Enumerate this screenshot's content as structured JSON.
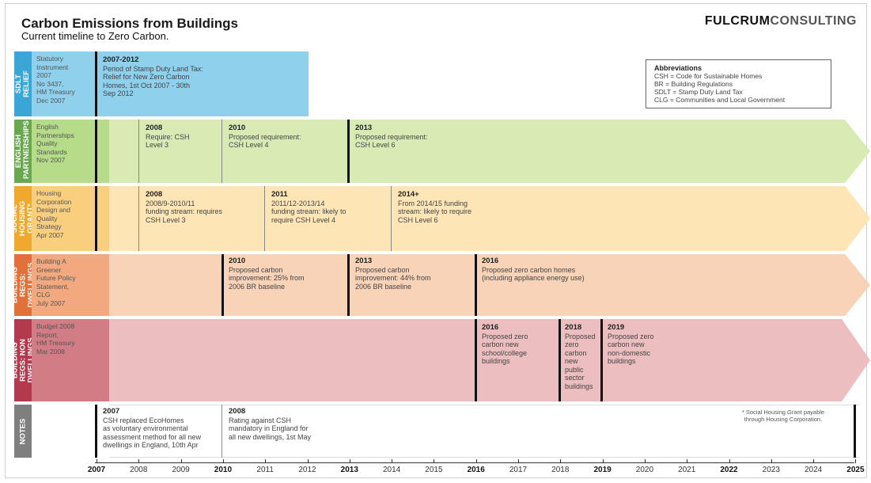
{
  "title": "Carbon Emissions from Buildings",
  "subtitle": "Current timeline to Zero Carbon.",
  "logo": {
    "part1": "FULCRUM",
    "part2": "CONSULTING"
  },
  "abbreviations": {
    "heading": "Abbreviations",
    "items": [
      "CSH = Code for Sustainable Homes",
      "BR = Building Regulations",
      "SDLT = Stamp Duty Land Tax",
      "CLG = Communities and Local Government"
    ]
  },
  "rows": [
    {
      "id": "sdlt",
      "header": "SDLT RELIEF",
      "source": "Statutory\nInstrument\n2007\nNo 3437,\nHM Treasury\nDec 2007",
      "color": "#6fc4e6",
      "light": "#a9dcf1",
      "events": [
        {
          "title": "2007-2012",
          "text": "Period of Stamp Duty Land Tax:\nRelief for New Zero Carbon\nHomes, 1st Oct 2007 - 30th\nSep 2012"
        }
      ]
    },
    {
      "id": "ep",
      "header": "ENGLISH PARTNERSHIPS",
      "source": "English\nPartnerships\nQuality\nStandards\nNov 2007",
      "color": "#8dc26a",
      "light": "#d4eab0",
      "events": [
        {
          "title": "2008",
          "text": "Require: CSH\nLevel 3"
        },
        {
          "title": "2010",
          "text": "Proposed requirement:\nCSH Level 4"
        },
        {
          "title": "2013",
          "text": "Proposed requirement:\nCSH Level 6"
        }
      ]
    },
    {
      "id": "shg",
      "header": "SOCIAL HOUSING GRANT*",
      "source": "Housing\nCorporation\nDesign and\nQuality\nStrategy\nApr 2007",
      "color": "#f4b942",
      "light": "#fce3b3",
      "events": [
        {
          "title": "2008",
          "text": "2008/9-2010/11\nfunding stream: requires\nCSH Level 3"
        },
        {
          "title": "2011",
          "text": "2011/12-2013/14\nfunding stream: likely to\nrequire CSH Level 4"
        },
        {
          "title": "2014+",
          "text": "From 2014/15 funding\nstream: likely to require\nCSH Level 6"
        }
      ]
    },
    {
      "id": "brd",
      "header": "BUILDING REGS: DWELLINGS",
      "source": "Building A\nGreener\nFuture Policy\nStatement,\nCLG\nJuly 2007",
      "color": "#ee8a50",
      "light": "#f9d2b6",
      "events": [
        {
          "title": "2010",
          "text": "Proposed carbon\nimprovement: 25% from\n2006 BR baseline"
        },
        {
          "title": "2013",
          "text": "Proposed carbon\nimprovement: 44% from\n2006 BR baseline"
        },
        {
          "title": "2016",
          "text": "Proposed zero carbon homes\n(including appliance energy use)"
        }
      ]
    },
    {
      "id": "brn",
      "header": "BUILDING REGS: NON DWELLINGS",
      "source": "Budget 2008\nReport,\nHM Treasury\nMar 2008",
      "color": "#c44a5c",
      "light": "#ebbdbf",
      "events": [
        {
          "title": "2016",
          "text": "Proposed zero\ncarbon new\nschool/college\nbuildings"
        },
        {
          "title": "2018",
          "text": "Proposed\nzero\ncarbon\nnew\npublic\nsector\nbuildings"
        },
        {
          "title": "2019",
          "text": "Proposed zero\ncarbon new\nnon-domestic\nbuildings"
        }
      ]
    },
    {
      "id": "notes",
      "header": "NOTES",
      "source": "",
      "color": "#9a9a9a",
      "light": "#ffffff",
      "events": [
        {
          "title": "2007",
          "text": "CSH replaced EcoHomes\nas voluntary environmental\nassessment method for all new\ndwellings in England, 10th Apr"
        },
        {
          "title": "2008",
          "text": "Rating against CSH\nmandatory in England for\nall new dwellings, 1st May"
        }
      ]
    }
  ],
  "footnote": "* Social Housing Grant payable\nthrough Housing Corporation.",
  "axis": {
    "years": [
      "2007",
      "2008",
      "2009",
      "2010",
      "2011",
      "2012",
      "2013",
      "2014",
      "2015",
      "2016",
      "2017",
      "2018",
      "2019",
      "2020",
      "2021",
      "2022",
      "2023",
      "2024",
      "2025"
    ],
    "bold_years": [
      "2007",
      "2010",
      "2013",
      "2016",
      "2019",
      "2022",
      "2025"
    ]
  }
}
